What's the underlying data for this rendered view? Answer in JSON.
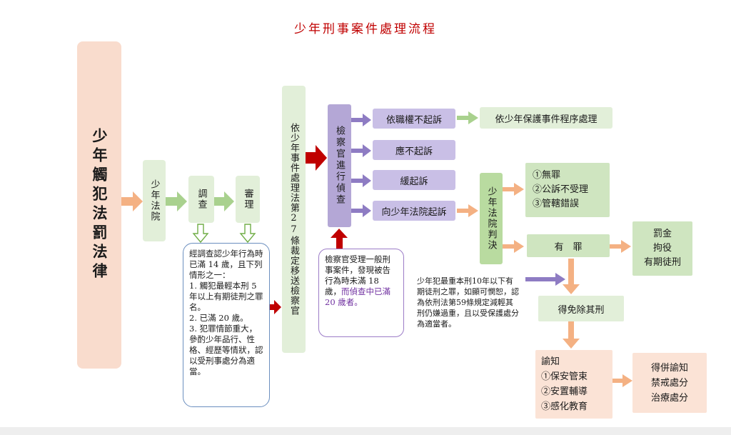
{
  "title": "少年刑事案件處理流程",
  "nodes": {
    "law": "少年觸犯法罰法律",
    "court": "少年法院",
    "investigate": "調查",
    "trial": "審理",
    "transfer": "依少年事件處理法第27條裁定移送檢察官",
    "prosecutor": "檢察官進行偵查",
    "no_prosecute_discretion": "依職權不起訴",
    "protect_proc": "依少年保護事件程序處理",
    "must_not_prosecute": "應不起訴",
    "deferred": "緩起訴",
    "indict": "向少年法院起訴",
    "juvenile_court_judgment": "少年法院判決",
    "acquit_list": [
      "①無罪",
      "②公訴不受理",
      "③管轄錯誤"
    ],
    "guilty": "有　罪",
    "penalties": [
      "罰金",
      "拘役",
      "有期徒刑"
    ],
    "exempt": "得免除其刑",
    "order_title": "諭知",
    "order_list": [
      "①保安管束",
      "②安置輔導",
      "③感化教育"
    ],
    "extra_list": [
      "得併諭知",
      "禁戒處分",
      "治療處分"
    ]
  },
  "notes": {
    "investigation_note": {
      "intro": "經調查認少年行為時已滿 14 歲，且下列情形之一：",
      "items": [
        "1. 觸犯最輕本刑 5 年以上有期徒刑之罪名。",
        "2. 已滿 20 歲。",
        "3. 犯罪情節重大，參酌少年品行、性格、經歷等情狀，認以受刑事處分為適當。"
      ]
    },
    "prosecutor_note": {
      "main": "檢察官受理一般刑事案件，發現被告行為時未滿 18 歲，",
      "highlight": "而偵查中已滿 20 歲者。"
    },
    "sentence_note": "少年犯最重本刑10年以下有期徒刑之罪，如顯可憫恕，認為依刑法第59條規定減輕其刑仍嫌過重，且以受保護處分為適當者。"
  },
  "colors": {
    "title": "#c00000",
    "orange_arrow": "#f4b183",
    "green_arrow": "#a9d18e",
    "purple_arrow": "#8e7cc3",
    "red_arrow": "#c00000"
  }
}
